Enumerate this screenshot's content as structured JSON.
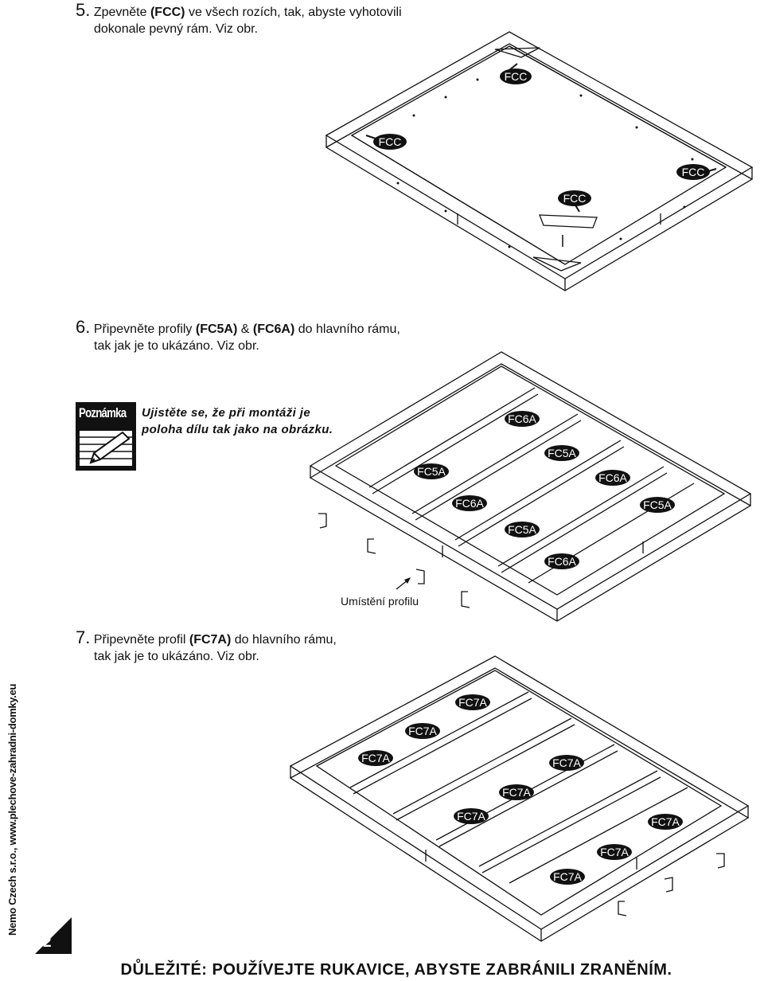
{
  "steps": {
    "step5": {
      "number": "5.",
      "pre": "Zpevněte ",
      "part": "(FCC)",
      "post": " ve všech rozích, tak, abyste vyhotovili",
      "line2": "dokonale pevný rám. Viz obr."
    },
    "step6": {
      "number": "6.",
      "pre": "Připevněte profily ",
      "part1": "(FC5A)",
      "amp": " & ",
      "part2": "(FC6A)",
      "post": " do hlavního rámu,",
      "line2": "tak jak je to ukázáno. Viz obr."
    },
    "step7": {
      "number": "7.",
      "pre": "Připevněte profil ",
      "part": "(FC7A)",
      "post": " do hlavního rámu,",
      "line2": "tak jak je to ukázáno. Viz obr."
    }
  },
  "note": {
    "icon_label": "Poznámka",
    "icon": "pencil-note-icon",
    "line1": "Ujistěte se, že při montáži je",
    "line2": "poloha dílu tak jako na obrázku."
  },
  "figure1": {
    "tags": [
      "FCC",
      "FCC",
      "FCC",
      "FCC"
    ]
  },
  "figure2": {
    "tags": [
      "FC6A",
      "FC5A",
      "FC5A",
      "FC6A",
      "FC6A",
      "FC5A",
      "FC5A",
      "FC6A"
    ],
    "caption": "Umístění profilu"
  },
  "figure3": {
    "tags": [
      "FC7A",
      "FC7A",
      "FC7A",
      "FC7A",
      "FC7A",
      "FC7A",
      "FC7A",
      "FC7A",
      "FC7A"
    ]
  },
  "sidebar_text": "Nemo Czech s.r.o., www.plechove-zahradni-domky.eu",
  "page_number": "2",
  "footer": "DŮLEŽITÉ: POUŽÍVEJTE RUKAVICE, ABYSTE ZABRÁNILI ZRANĚNÍM.",
  "colors": {
    "ink": "#111111",
    "paper": "#ffffff"
  }
}
